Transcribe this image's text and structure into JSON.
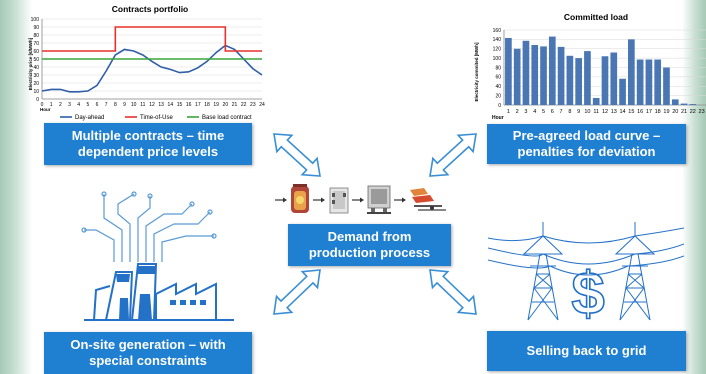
{
  "charts": {
    "contracts": {
      "title": "Contracts portfolio",
      "ylabel": "Electricity price [€/MWh]",
      "xlabel": "Hour",
      "legend": [
        "Day-ahead",
        "Time-of-Use",
        "Base load contract"
      ]
    },
    "committed": {
      "title": "Committed load",
      "ylabel": "Electricity commited [MWh]",
      "xlabel": "Hour"
    }
  },
  "chart_data": [
    {
      "type": "line",
      "title": "Contracts portfolio",
      "xlabel": "Hour",
      "ylabel": "Electricity price [€/MWh]",
      "ylim": [
        0,
        100
      ],
      "yticks": [
        0,
        10,
        20,
        30,
        40,
        50,
        60,
        70,
        80,
        90,
        100
      ],
      "x": [
        0,
        1,
        2,
        3,
        4,
        5,
        6,
        7,
        8,
        9,
        10,
        11,
        12,
        13,
        14,
        15,
        16,
        17,
        18,
        19,
        20,
        21,
        22,
        23,
        24
      ],
      "series": [
        {
          "name": "Day-ahead",
          "color": "#2e5fa8",
          "values": [
            10,
            12,
            12,
            9,
            9,
            10,
            17,
            35,
            55,
            62,
            60,
            55,
            47,
            40,
            37,
            33,
            34,
            39,
            47,
            58,
            67,
            62,
            50,
            38,
            30
          ]
        },
        {
          "name": "Time-of-Use",
          "color": "#e8302c",
          "x": [
            0,
            8,
            8,
            20,
            20,
            24
          ],
          "values": [
            60,
            60,
            90,
            90,
            60,
            60
          ]
        },
        {
          "name": "Base load contract",
          "color": "#3aa53a",
          "x": [
            0,
            24
          ],
          "values": [
            50,
            50
          ]
        }
      ],
      "legend_position": "bottom"
    },
    {
      "type": "bar",
      "title": "Committed load",
      "xlabel": "Hour",
      "ylabel": "Electricity commited [MWh]",
      "ylim": [
        0,
        160
      ],
      "yticks": [
        0,
        20,
        40,
        60,
        80,
        100,
        120,
        140,
        160
      ],
      "categories": [
        "1",
        "2",
        "3",
        "4",
        "5",
        "6",
        "7",
        "8",
        "9",
        "10",
        "11",
        "12",
        "13",
        "14",
        "15",
        "16",
        "17",
        "18",
        "19",
        "20",
        "21",
        "22",
        "23"
      ],
      "values": [
        143,
        120,
        137,
        128,
        125,
        146,
        124,
        105,
        100,
        115,
        15,
        104,
        112,
        56,
        140,
        97,
        97,
        97,
        80,
        12,
        3,
        2,
        0
      ],
      "color": "#4a77b4"
    }
  ],
  "boxes": {
    "multiple_contracts": [
      "Multiple contracts – time",
      "dependent price levels"
    ],
    "pre_agreed": [
      "Pre-agreed load curve –",
      "penalties for deviation"
    ],
    "demand": [
      "Demand from",
      "production process"
    ],
    "onsite": [
      "On-site generation – with",
      "special constraints"
    ],
    "selling": [
      "Selling back to grid"
    ]
  },
  "icons": {
    "process": [
      "furnace-icon",
      "ladle-icon",
      "casting-icon",
      "rolling-icon"
    ],
    "factory": "factory-icon",
    "pylon": "power-pylon-dollar-icon"
  },
  "colors": {
    "box_blue": "#1f7fd1",
    "arrow_blue": "#3a8fd4",
    "illustration_blue": "#2471c8"
  }
}
